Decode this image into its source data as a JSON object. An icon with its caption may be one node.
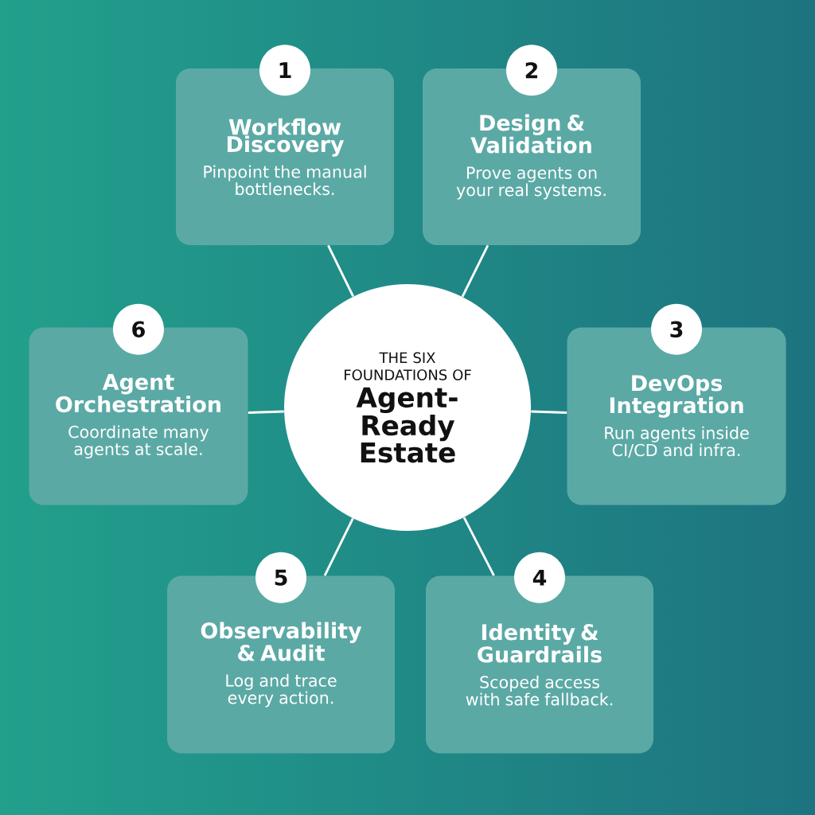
{
  "diagram": {
    "nodes": [
      {
        "text": [
          "THE SIX FOUNDATIONS OF",
          "Agent-Ready Estate"
        ]
      },
      {
        "text": [
          "1",
          "Workflow Discovery",
          "Pinpoint the manual bottlenecks."
        ]
      },
      {
        "text": [
          "2",
          "Design & Validation",
          "Prove agents on your real systems."
        ]
      },
      {
        "text": [
          "3",
          "DevOps Integration",
          "Run agents inside CI/CD and infra."
        ]
      },
      {
        "text": [
          "4",
          "Identity & Guardrails",
          "Scoped access with safe fallback."
        ]
      },
      {
        "text": [
          "5",
          "Observability & Audit",
          "Log and trace every action."
        ]
      },
      {
        "text": [
          "6",
          "Agent Orchestration",
          "Coordinate many agents at scale."
        ]
      }
    ],
    "edges": [
      {
        "from": 0,
        "to": 1,
        "arrow": "none"
      },
      {
        "from": 0,
        "to": 2,
        "arrow": "none"
      },
      {
        "from": 0,
        "to": 3,
        "arrow": "none"
      },
      {
        "from": 0,
        "to": 4,
        "arrow": "none"
      },
      {
        "from": 0,
        "to": 5,
        "arrow": "none"
      },
      {
        "from": 0,
        "to": 6,
        "arrow": "none"
      }
    ]
  }
}
